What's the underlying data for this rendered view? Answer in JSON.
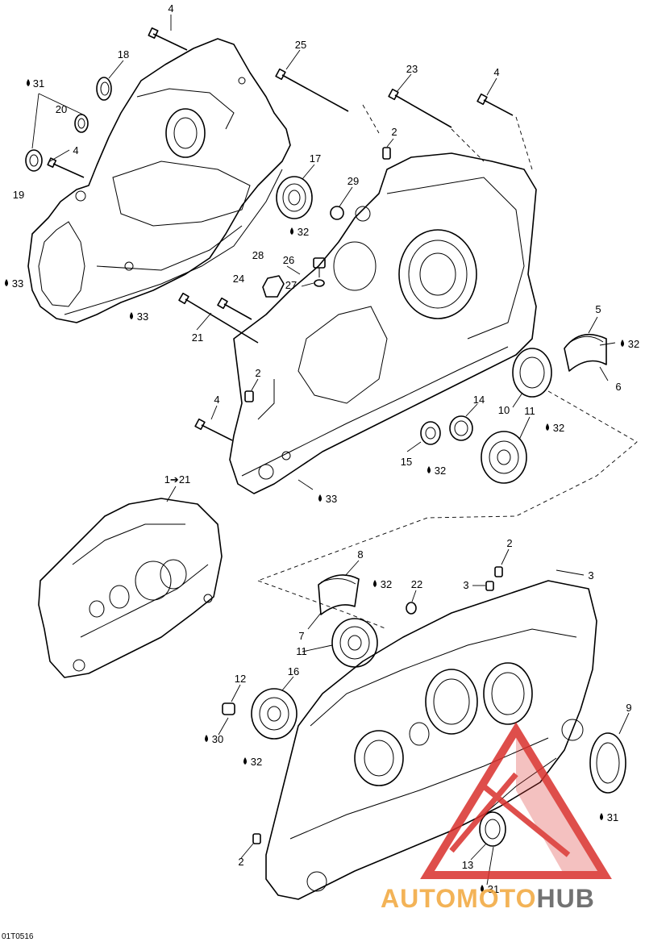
{
  "diagram": {
    "reference_code": "01T0516",
    "callouts": [
      {
        "id": "c4a",
        "label": "4"
      },
      {
        "id": "c18",
        "label": "18"
      },
      {
        "id": "c31a",
        "label": "31"
      },
      {
        "id": "c20",
        "label": "20"
      },
      {
        "id": "c4b",
        "label": "4"
      },
      {
        "id": "c19",
        "label": "19"
      },
      {
        "id": "c33a",
        "label": "33"
      },
      {
        "id": "c33b",
        "label": "33"
      },
      {
        "id": "c25",
        "label": "25"
      },
      {
        "id": "c23",
        "label": "23"
      },
      {
        "id": "c4c",
        "label": "4"
      },
      {
        "id": "c2a",
        "label": "2"
      },
      {
        "id": "c17",
        "label": "17"
      },
      {
        "id": "c32a",
        "label": "32"
      },
      {
        "id": "c29",
        "label": "29"
      },
      {
        "id": "c28",
        "label": "28"
      },
      {
        "id": "c26",
        "label": "26"
      },
      {
        "id": "c24",
        "label": "24"
      },
      {
        "id": "c27",
        "label": "27"
      },
      {
        "id": "c21",
        "label": "21"
      },
      {
        "id": "c5",
        "label": "5"
      },
      {
        "id": "c32b",
        "label": "32"
      },
      {
        "id": "c6",
        "label": "6"
      },
      {
        "id": "c2b",
        "label": "2"
      },
      {
        "id": "c4d",
        "label": "4"
      },
      {
        "id": "c14",
        "label": "14"
      },
      {
        "id": "c10",
        "label": "10"
      },
      {
        "id": "c11a",
        "label": "11"
      },
      {
        "id": "c32c",
        "label": "32"
      },
      {
        "id": "c15",
        "label": "15"
      },
      {
        "id": "c32d",
        "label": "32"
      },
      {
        "id": "c33c",
        "label": "33"
      },
      {
        "id": "c1to21",
        "label": "1➔21"
      },
      {
        "id": "c2c",
        "label": "2"
      },
      {
        "id": "c8",
        "label": "8"
      },
      {
        "id": "c32e",
        "label": "32"
      },
      {
        "id": "c22",
        "label": "22"
      },
      {
        "id": "c3a",
        "label": "3"
      },
      {
        "id": "c3b",
        "label": "3"
      },
      {
        "id": "c7",
        "label": "7"
      },
      {
        "id": "c11b",
        "label": "11"
      },
      {
        "id": "c12",
        "label": "12"
      },
      {
        "id": "c16",
        "label": "16"
      },
      {
        "id": "c9",
        "label": "9"
      },
      {
        "id": "c30",
        "label": "30"
      },
      {
        "id": "c32f",
        "label": "32"
      },
      {
        "id": "c31b",
        "label": "31"
      },
      {
        "id": "c13",
        "label": "13"
      },
      {
        "id": "c31c",
        "label": "31"
      },
      {
        "id": "c2d",
        "label": "2"
      }
    ]
  },
  "watermark": {
    "brand_text": "AUTOMOTOHUB",
    "brand_part_1": "AUTOMOTO",
    "brand_part_2": "HUB",
    "colors": {
      "triangle": "#d9302c",
      "text_orange": "#f2a63a",
      "text_grey": "#5a5a5a"
    }
  }
}
